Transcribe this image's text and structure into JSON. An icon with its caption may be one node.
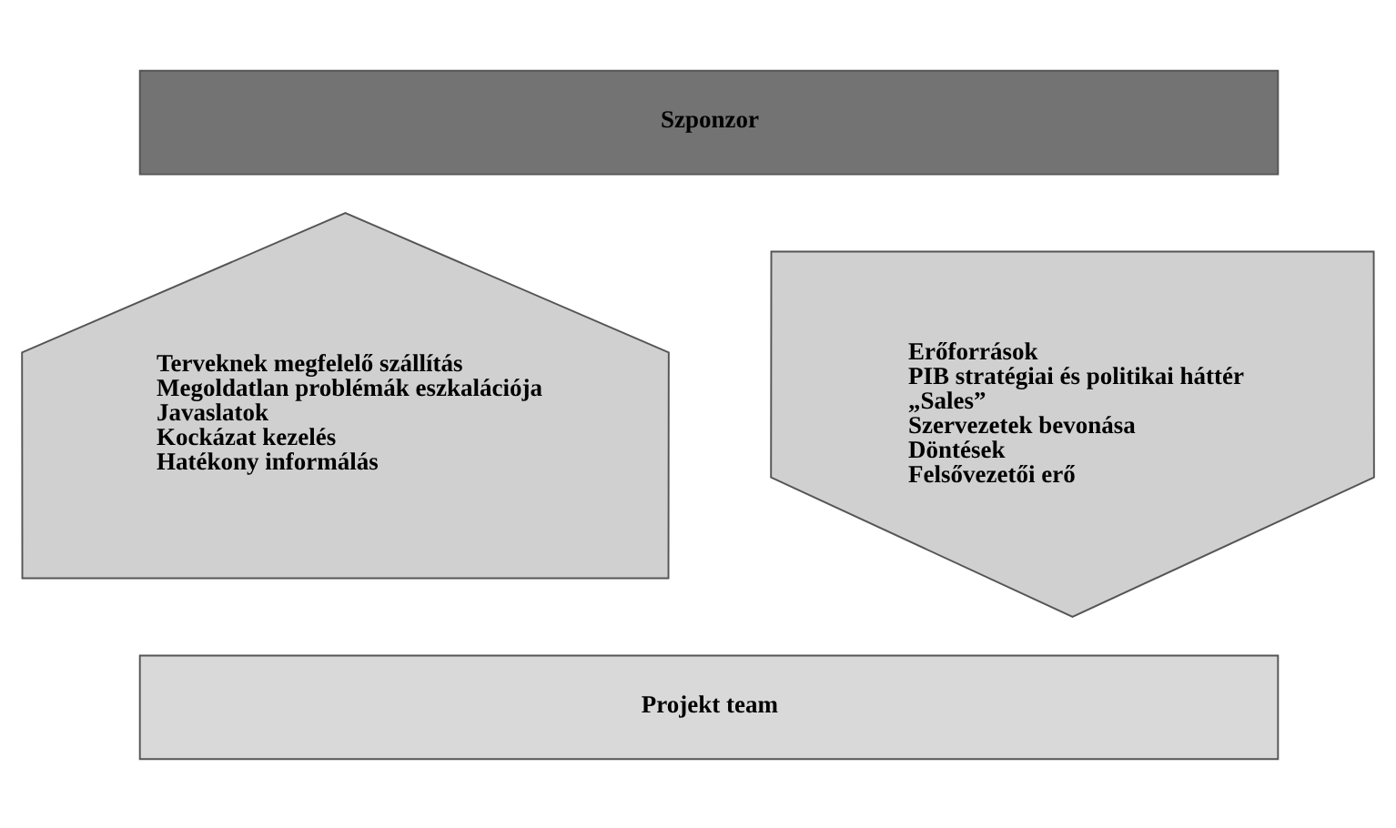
{
  "diagram": {
    "nodes": [
      {
        "text": [
          "Szponzor"
        ]
      },
      {
        "text": [
          "Terveknek megfelelő szállítás",
          "Megoldatlan problémák eszkalációja",
          "Javaslatok",
          "Kockázat kezelés",
          "Hatékony informálás"
        ]
      },
      {
        "text": [
          "Erőforrások",
          "PIB stratégiai és politikai háttér",
          "„Sales”",
          "Szervezetek bevonása",
          "Döntések",
          "Felsővezetői erő"
        ]
      },
      {
        "text": [
          "Projekt team"
        ]
      }
    ]
  }
}
